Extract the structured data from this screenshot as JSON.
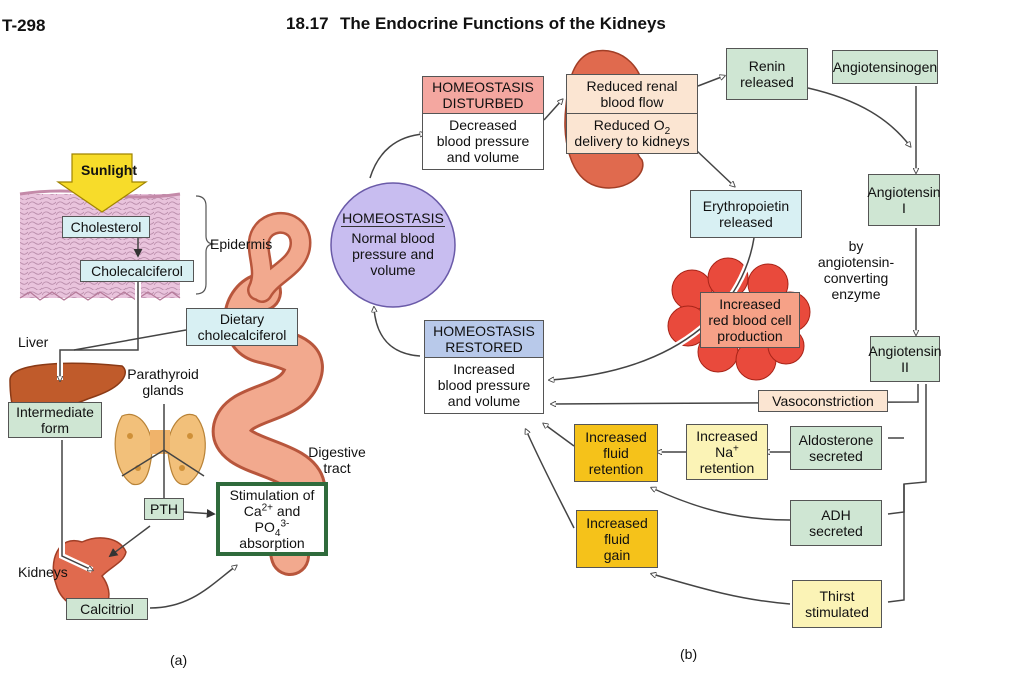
{
  "header": {
    "page_code": "T-298",
    "section_number": "18.17",
    "title": "The Endocrine Functions of the Kidneys"
  },
  "panel_a": {
    "label": "(a)",
    "sunlight": "Sunlight",
    "cholesterol": "Cholesterol",
    "cholecalciferol": "Cholecalciferol",
    "epidermis": "Epidermis",
    "dietary_cholecalciferol": [
      "Dietary",
      "cholecalciferol"
    ],
    "liver": "Liver",
    "intermediate_form": [
      "Intermediate",
      "form"
    ],
    "parathyroid_glands": [
      "Parathyroid",
      "glands"
    ],
    "pth": "PTH",
    "digestive_tract": [
      "Digestive",
      "tract"
    ],
    "stimulation": {
      "line1": "Stimulation of",
      "ca": "Ca",
      "ca_sup": "2+",
      "and": " and",
      "po": "PO",
      "po_sub": "4",
      "po_sup": "3-",
      "line4": "absorption"
    },
    "kidneys": "Kidneys",
    "calcitriol": "Calcitriol"
  },
  "panel_b": {
    "label": "(b)",
    "homeostasis": "HOMEOSTASIS",
    "normal": [
      "Normal blood",
      "pressure and",
      "volume"
    ],
    "disturbed": [
      "HOMEOSTASIS",
      "DISTURBED"
    ],
    "decreased": [
      "Decreased",
      "blood pressure",
      "and volume"
    ],
    "reduced_flow": [
      "Reduced renal",
      "blood flow"
    ],
    "reduced_o2": {
      "line1a": "Reduced O",
      "sub": "2",
      "line2": "delivery to kidneys"
    },
    "renin": [
      "Renin",
      "released"
    ],
    "angiotensinogen": "Angiotensinogen",
    "angiotensin1": [
      "Angiotensin",
      "I"
    ],
    "by_ace": [
      "by",
      "angiotensin-",
      "converting",
      "enzyme"
    ],
    "angiotensin2": [
      "Angiotensin",
      "II"
    ],
    "erythropoietin": [
      "Erythropoietin",
      "released"
    ],
    "increased_rbc": [
      "Increased",
      "red blood cell",
      "production"
    ],
    "restored": [
      "HOMEOSTASIS",
      "RESTORED"
    ],
    "increased_bp": [
      "Increased",
      "blood pressure",
      "and volume"
    ],
    "vasoconstriction": "Vasoconstriction",
    "fluid_retention": [
      "Increased",
      "fluid",
      "retention"
    ],
    "na_retention": {
      "line1": "Increased",
      "na": "Na",
      "sup": "+",
      "line3": "retention"
    },
    "aldosterone": [
      "Aldosterone",
      "secreted"
    ],
    "adh": [
      "ADH",
      "secreted"
    ],
    "fluid_gain": [
      "Increased",
      "fluid",
      "gain"
    ],
    "thirst": [
      "Thirst",
      "stimulated"
    ]
  },
  "colors": {
    "green_box": "#cfe6d3",
    "cyan_box": "#d8f0f3",
    "peach_box": "#fbe5d2",
    "gold_box": "#f5c21a",
    "yellow_box": "#fbf3b6",
    "pink_header": "#f4a7a0",
    "blue_header": "#b8c9ea",
    "homeostasis_circle": "#c8bdf0",
    "kidney": "#e06a4e"
  }
}
